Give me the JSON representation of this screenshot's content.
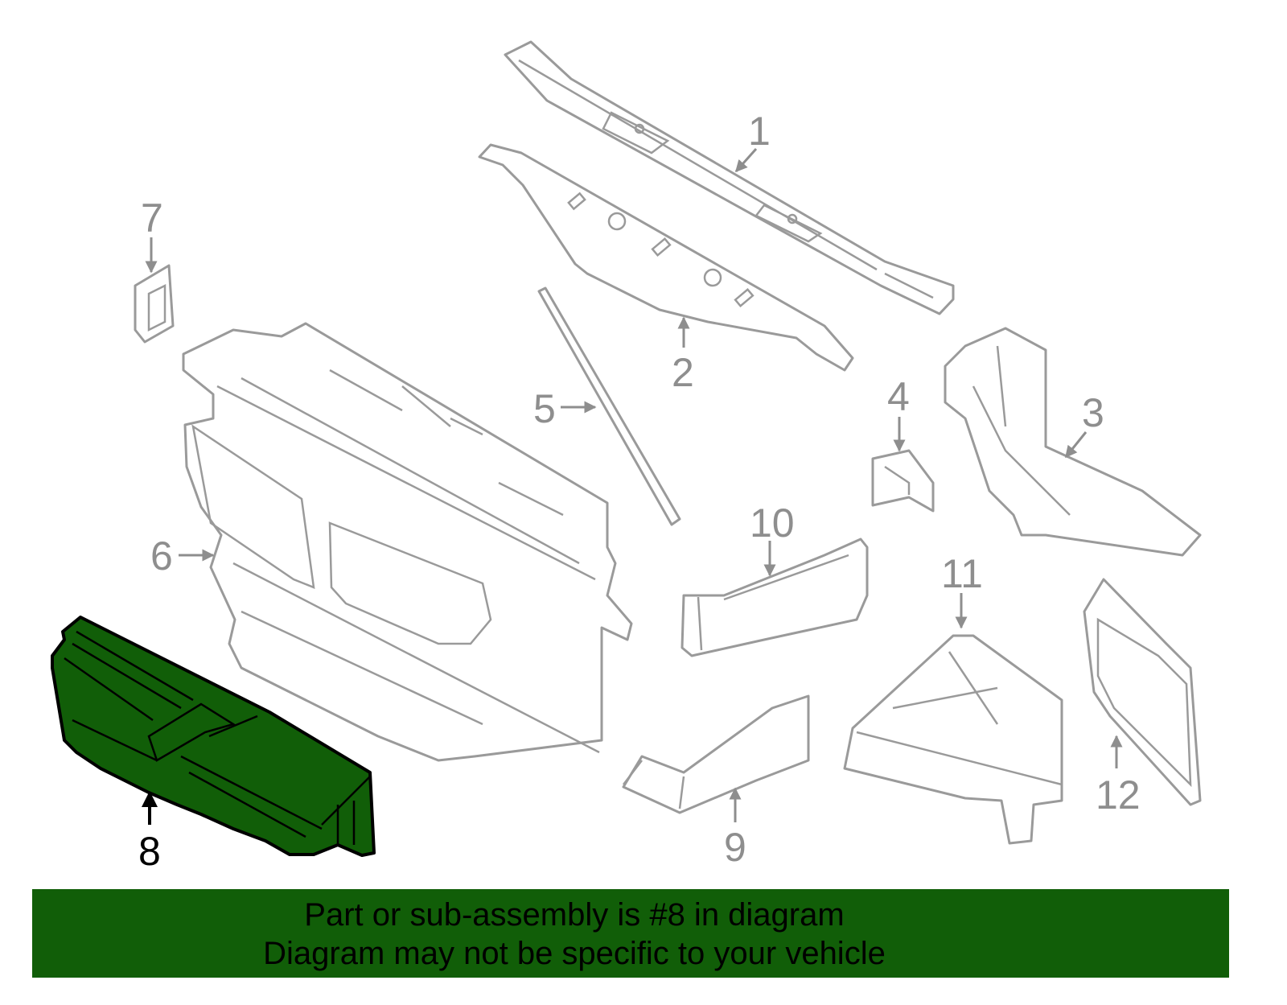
{
  "callouts": {
    "p1": "1",
    "p2": "2",
    "p3": "3",
    "p4": "4",
    "p5": "5",
    "p6": "6",
    "p7": "7",
    "p8": "8",
    "p9": "9",
    "p10": "10",
    "p11": "11",
    "p12": "12"
  },
  "selected_part": "8",
  "colors": {
    "highlight": "#115e08",
    "outline": "#9a9a9a"
  },
  "banner": {
    "line1": "Part or sub-assembly is #8 in diagram",
    "line2": "Diagram may not be specific to your vehicle"
  }
}
